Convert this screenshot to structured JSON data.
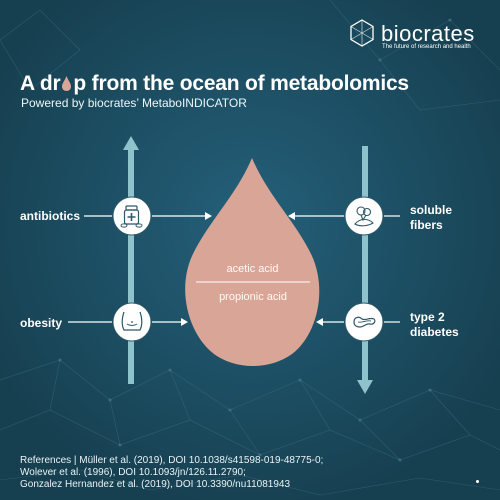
{
  "brand": {
    "name": "biocrates",
    "tagline": "The future of research and health",
    "logo_icon": "hexagon-molecule-icon"
  },
  "title": {
    "part1": "A dr",
    "part2": "p from the ocean of metabolomics",
    "drop_icon": "drop-icon"
  },
  "subtitle": "Powered by biocrates’ MetaboINDICATOR",
  "drop": {
    "line1": "acetic acid",
    "line2": "propionic acid"
  },
  "factors": {
    "left_top": "antibiotics",
    "left_bottom": "obesity",
    "right_top_line1": "soluble",
    "right_top_line2": "fibers",
    "right_bottom_line1": "type 2",
    "right_bottom_line2": "diabetes"
  },
  "references": [
    "References | Müller et al. (2019), DOI 10.1038/s41598-019-48775-0;",
    "Wolever et al. (1996), DOI  10.1093/jn/126.11.2790;",
    "Gonzalez Hernandez et al. (2019), DOI 10.3390/nu11081943"
  ],
  "colors": {
    "background": "#1b4d5f",
    "drop": "#d9a596",
    "arrow": "#8fc3cc",
    "text": "#ffffff"
  }
}
